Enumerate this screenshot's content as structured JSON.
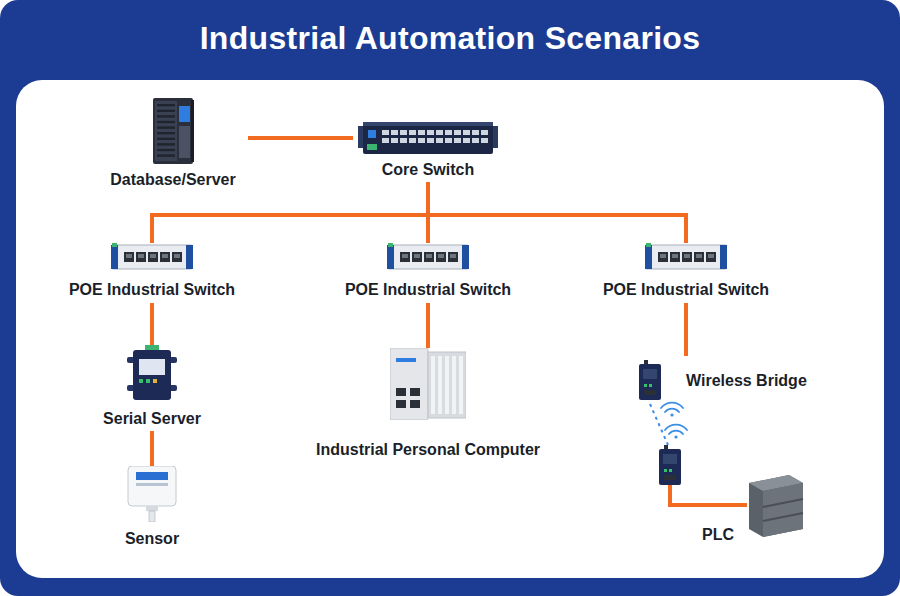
{
  "diagram": {
    "title": "Industrial Automation Scenarios",
    "nodes": [
      {
        "text": [
          "Database/Server"
        ]
      },
      {
        "text": [
          "Core Switch"
        ]
      },
      {
        "text": [
          "POE Industrial Switch"
        ]
      },
      {
        "text": [
          "POE Industrial Switch"
        ]
      },
      {
        "text": [
          "POE Industrial Switch"
        ]
      },
      {
        "text": [
          "Serial Server"
        ]
      },
      {
        "text": [
          "Sensor"
        ]
      },
      {
        "text": [
          "Industrial Personal Computer"
        ]
      },
      {
        "text": [
          "Wireless Bridge"
        ]
      },
      {
        "text": [
          "PLC"
        ]
      }
    ],
    "edges": [
      {
        "from": 0,
        "to": 1,
        "arrow": "none"
      },
      {
        "from": 1,
        "to": 2,
        "arrow": "none"
      },
      {
        "from": 1,
        "to": 3,
        "arrow": "none"
      },
      {
        "from": 1,
        "to": 4,
        "arrow": "none"
      },
      {
        "from": 2,
        "to": 5,
        "arrow": "none"
      },
      {
        "from": 5,
        "to": 6,
        "arrow": "none"
      },
      {
        "from": 3,
        "to": 7,
        "arrow": "none"
      },
      {
        "from": 4,
        "to": 8,
        "arrow": "none"
      },
      {
        "from": 8,
        "to": 9,
        "arrow": "none"
      }
    ]
  }
}
